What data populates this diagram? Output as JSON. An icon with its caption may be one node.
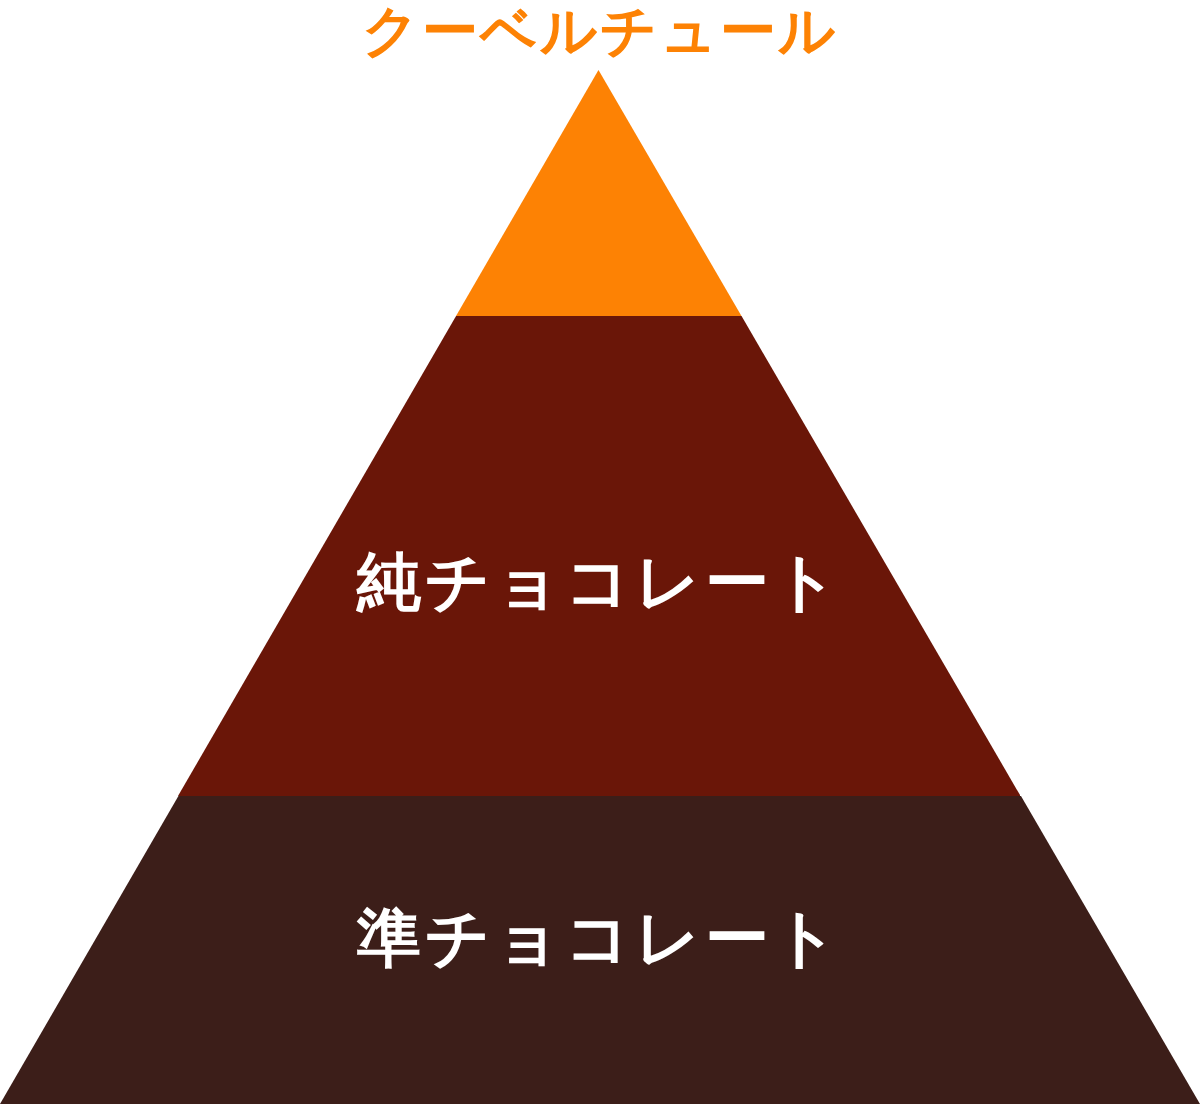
{
  "diagram": {
    "nodes": [
      {
        "text": [
          "クーベルチュール"
        ]
      },
      {
        "text": [
          "純チョコレート"
        ]
      },
      {
        "text": [
          "準チョコレート"
        ]
      }
    ]
  }
}
